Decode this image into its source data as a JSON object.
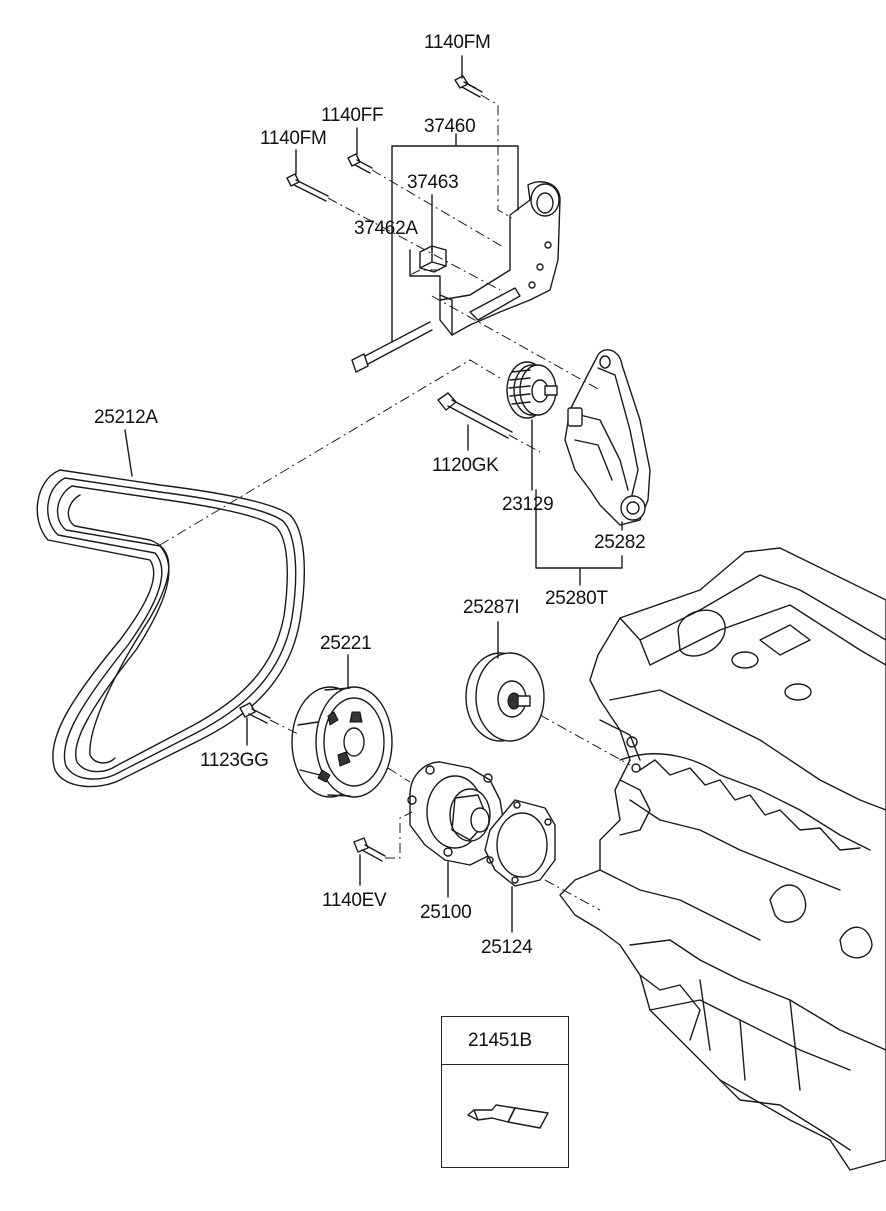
{
  "labels": {
    "p1140FM_top": "1140FM",
    "p1140FF": "1140FF",
    "p37460": "37460",
    "p1140FM_left": "1140FM",
    "p37463": "37463",
    "p37462A": "37462A",
    "p25212A": "25212A",
    "p1120GK": "1120GK",
    "p23129": "23129",
    "p25282": "25282",
    "p25280T": "25280T",
    "p25287I": "25287I",
    "p25221": "25221",
    "p1123GG": "1123GG",
    "p1140EV": "1140EV",
    "p25100": "25100",
    "p25124": "25124",
    "p21451B": "21451B"
  }
}
